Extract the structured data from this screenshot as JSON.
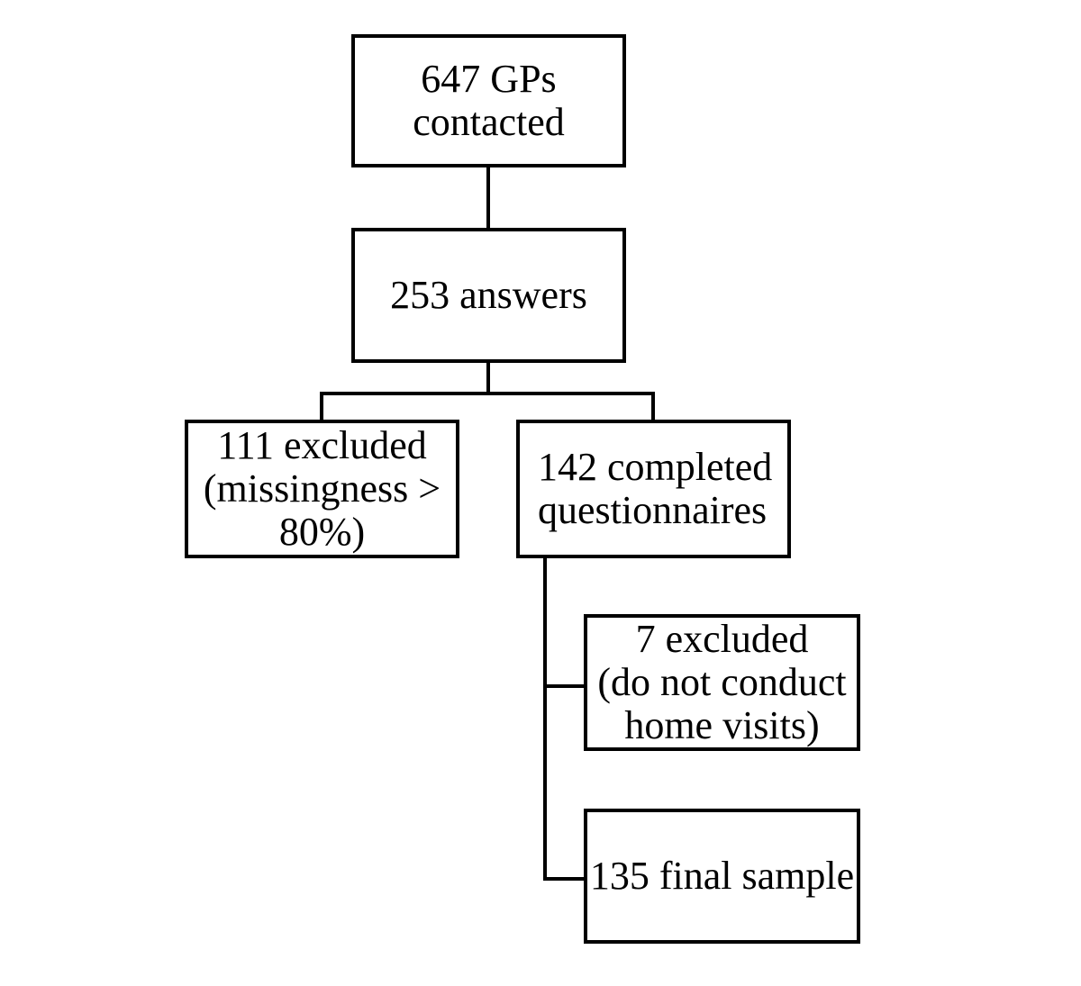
{
  "flowchart": {
    "background_color": "#ffffff",
    "line_color": "#000000",
    "boxes": [
      {
        "name": "gps-contacted",
        "text": "647 GPs\ncontacted"
      },
      {
        "name": "answers",
        "text": "253 answers"
      },
      {
        "name": "excluded-missingness",
        "text": "111 excluded\n(missingness >\n80%)"
      },
      {
        "name": "completed-questionnaires",
        "text": "142 completed\nquestionnaires"
      },
      {
        "name": "excluded-home-visits",
        "text": "7 excluded\n(do not conduct\nhome visits)"
      },
      {
        "name": "final-sample",
        "text": "135 final sample"
      }
    ]
  }
}
